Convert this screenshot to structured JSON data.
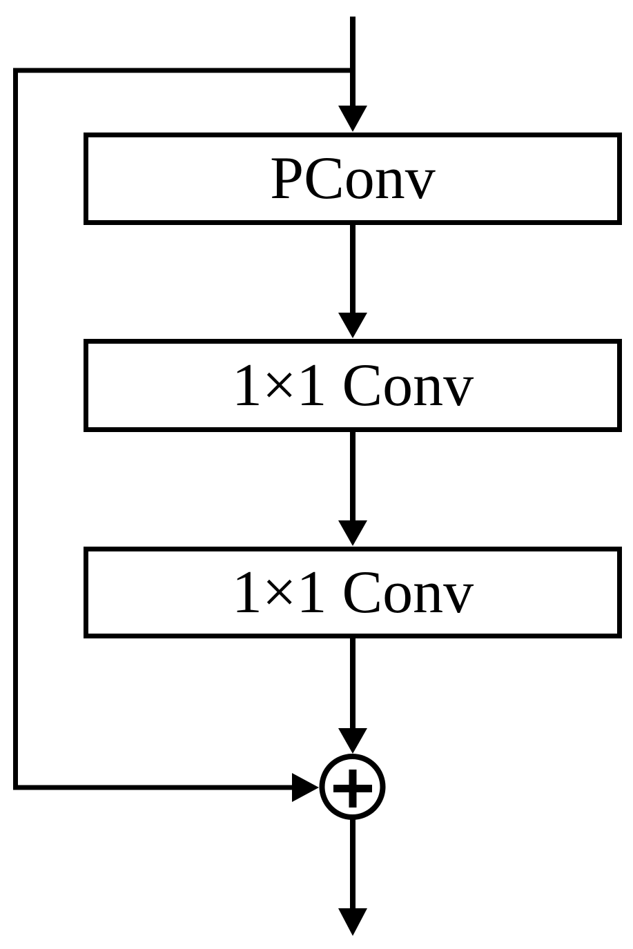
{
  "diagram": {
    "boxes": [
      {
        "label": "PConv"
      },
      {
        "label": "1×1 Conv"
      },
      {
        "label": "1×1 Conv"
      }
    ],
    "add_operator": {
      "symbol": "+",
      "icon": "plus-icon"
    },
    "icons": [
      "arrow-down-icon",
      "arrow-right-icon",
      "plus-icon"
    ],
    "colors": {
      "line": "#000000",
      "box_border": "#000000",
      "box_fill": "#ffffff",
      "background": "#ffffff"
    }
  }
}
